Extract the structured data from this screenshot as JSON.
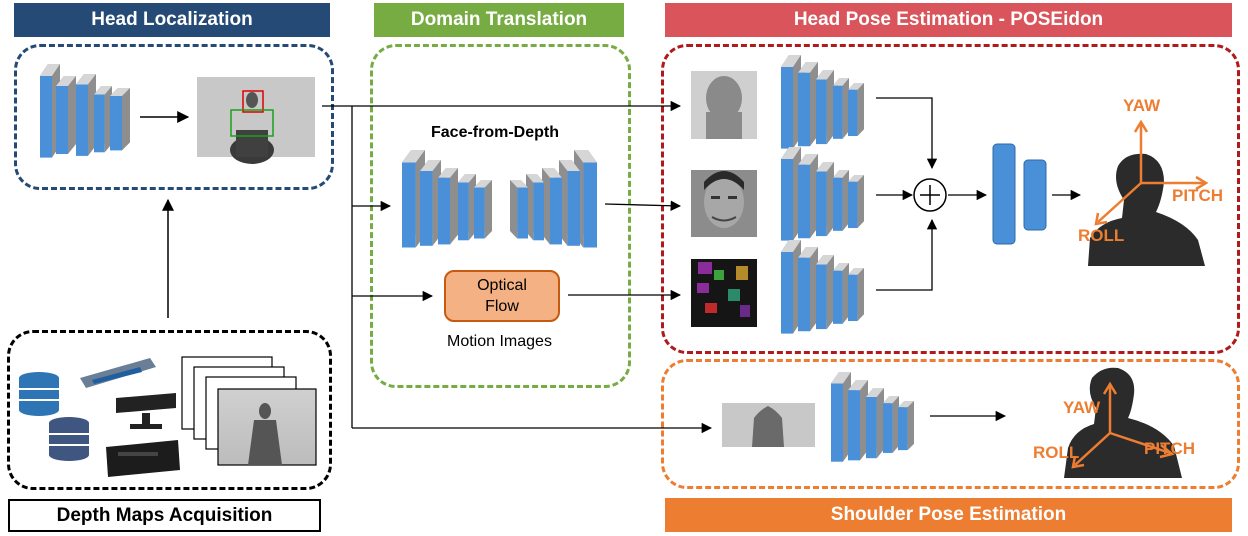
{
  "headers": {
    "head_localization": "Head Localization",
    "domain_translation": "Domain Translation",
    "head_pose": "Head Pose Estimation - POSEidon",
    "shoulder_pose": "Shoulder Pose Estimation",
    "depth_maps": "Depth Maps Acquisition"
  },
  "labels": {
    "face_from_depth": "Face-from-Depth",
    "optical_flow_line1": "Optical",
    "optical_flow_line2": "Flow",
    "motion_images": "Motion Images"
  },
  "axes_head": {
    "yaw": "YAW",
    "pitch": "PITCH",
    "roll": "ROLL"
  },
  "axes_shoulder": {
    "yaw": "YAW",
    "pitch": "PITCH",
    "roll": "ROLL"
  },
  "colors": {
    "blue_header": "#244a75",
    "green_header": "#77ac43",
    "red_header": "#d9545b",
    "orange_header": "#ed7d31",
    "cnn_blue": "#4a8fd4",
    "cnn_gray": "#9c9c9c"
  },
  "icons": [
    "database-icon",
    "kinect-sensor-icon",
    "depth-frame-stack-icon",
    "plus-circle-icon"
  ]
}
